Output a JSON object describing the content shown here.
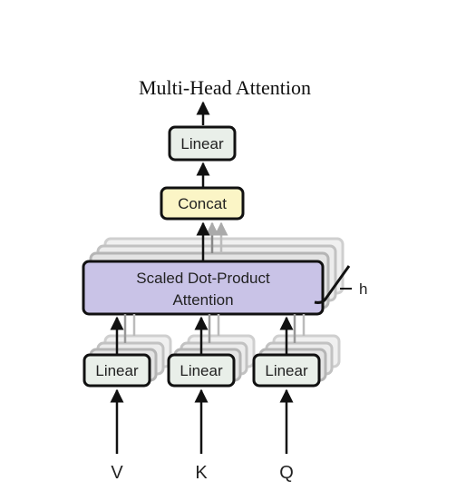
{
  "title": "Multi-Head Attention",
  "blocks": {
    "top_linear": "Linear",
    "concat": "Concat",
    "attention_line1": "Scaled Dot-Product",
    "attention_line2": "Attention",
    "linear_v": "Linear",
    "linear_k": "Linear",
    "linear_q": "Linear"
  },
  "heads_label": "h",
  "inputs": {
    "v": "V",
    "k": "K",
    "q": "Q"
  },
  "colors": {
    "linear_fill": "#e9efe9",
    "concat_fill": "#fbf5c6",
    "attention_fill": "#c9c3e7",
    "stroke": "#111111",
    "ghost_stroke": "#b8b8b8"
  }
}
